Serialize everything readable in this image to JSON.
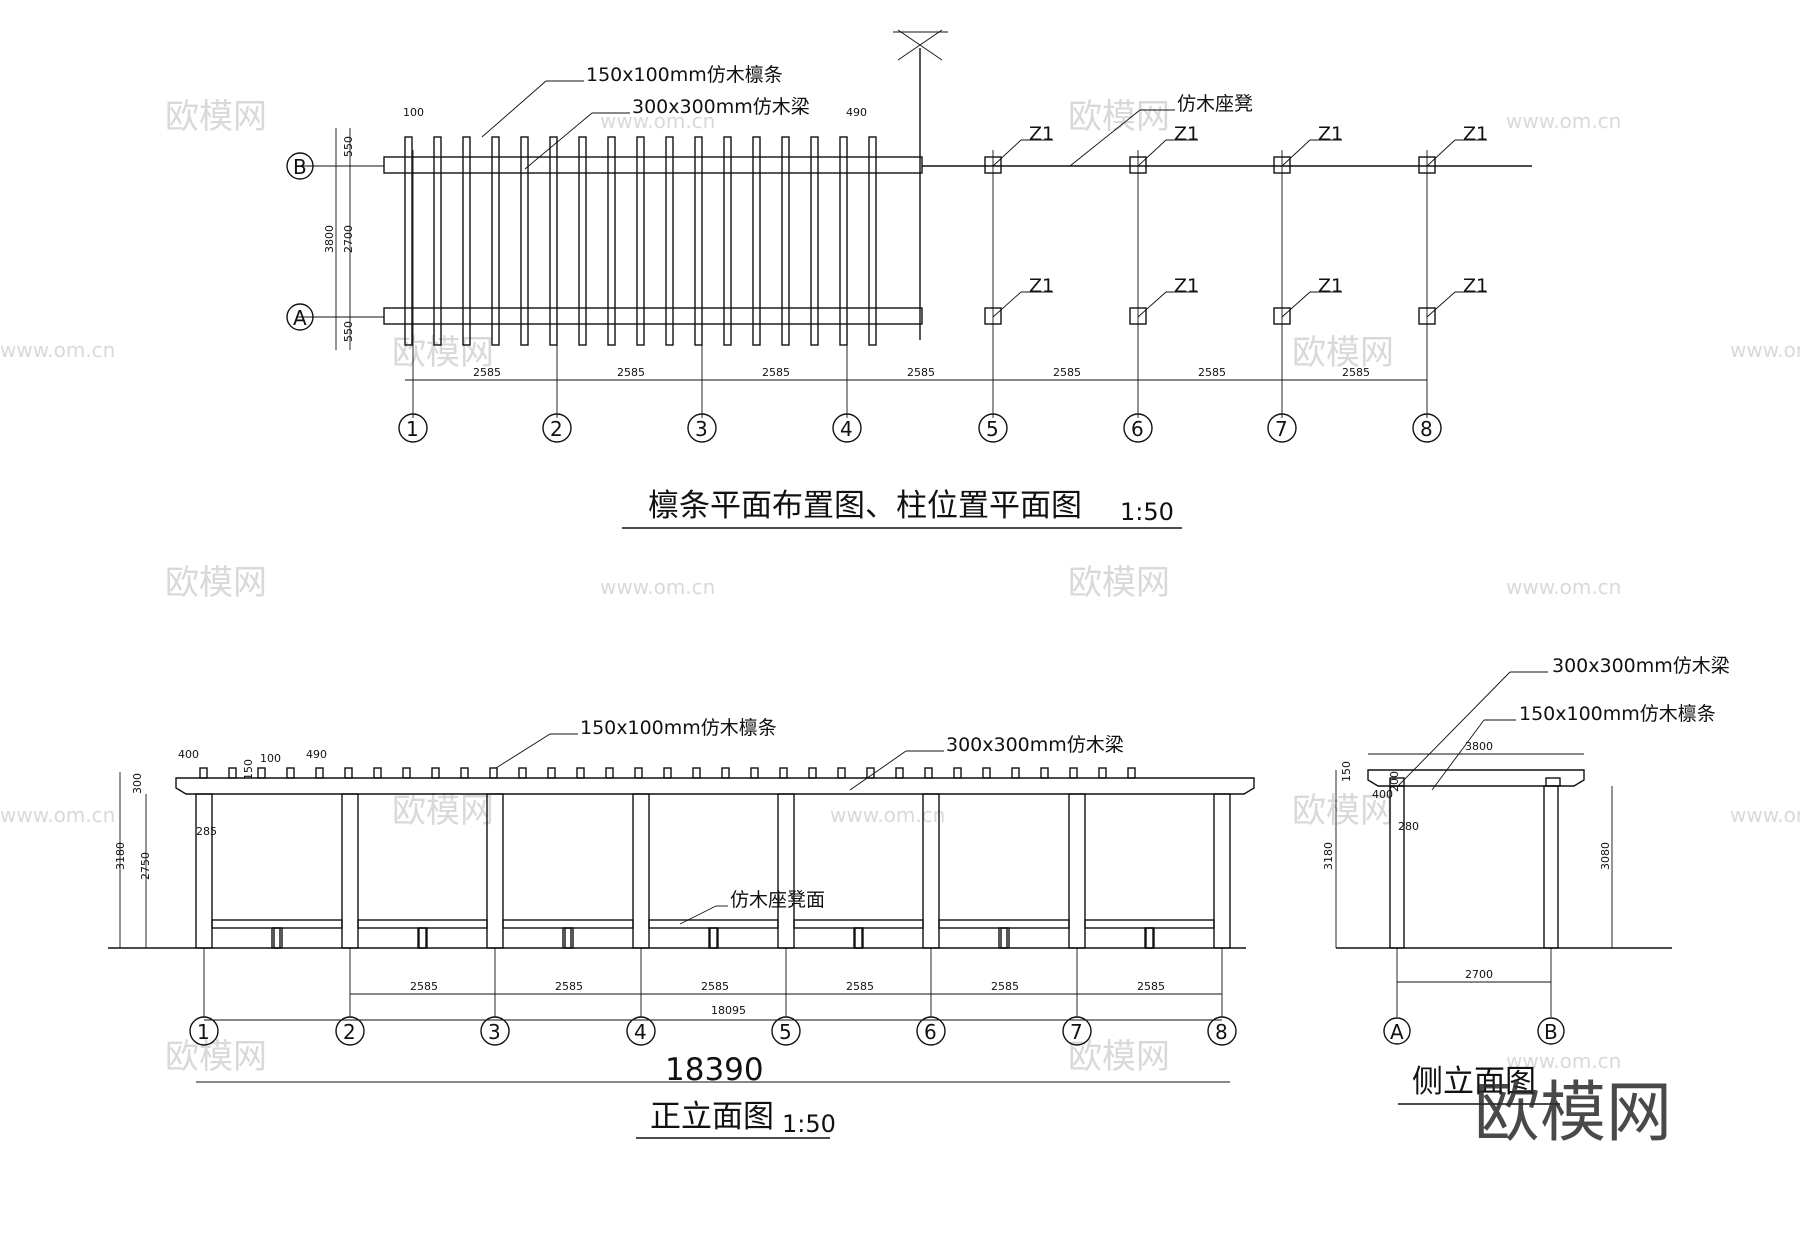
{
  "plan": {
    "title": "檩条平面布置图、柱位置平面图",
    "scale": "1:50",
    "label_purlin": "150x100mm仿木檩条",
    "label_beam": "300x300mm仿木梁",
    "label_bench": "仿木座凳",
    "column_tag": "Z1",
    "dim_100": "100",
    "dim_490": "490",
    "dim_550": "550",
    "dim_3800": "3800",
    "dim_2700": "2700",
    "bay": "2585",
    "axes": [
      "1",
      "2",
      "3",
      "4",
      "5",
      "6",
      "7",
      "8"
    ],
    "row_axes": [
      "B",
      "A"
    ]
  },
  "front": {
    "title": "正立面图",
    "scale": "1:50",
    "label_purlin": "150x100mm仿木檩条",
    "label_beam": "300x300mm仿木梁",
    "label_seat": "仿木座凳面",
    "dim_400": "400",
    "dim_150": "150",
    "dim_100": "100",
    "dim_490": "490",
    "dim_300": "300",
    "dim_285": "285",
    "dim_3180": "3180",
    "dim_2750": "2750",
    "bay": "2585",
    "dim_18095": "18095",
    "total": "18390",
    "axes": [
      "1",
      "2",
      "3",
      "4",
      "5",
      "6",
      "7",
      "8"
    ]
  },
  "side": {
    "title": "侧立面图",
    "label_beam": "300x300mm仿木梁",
    "label_purlin": "150x100mm仿木檩条",
    "dim_3800": "3800",
    "dim_150": "150",
    "dim_200": "200",
    "dim_400": "400",
    "dim_280": "280",
    "dim_3180": "3180",
    "dim_3080": "3080",
    "dim_2700": "2700",
    "axes": [
      "A",
      "B"
    ]
  },
  "watermark": {
    "logo": "欧模网",
    "url": "www.om.cn"
  }
}
